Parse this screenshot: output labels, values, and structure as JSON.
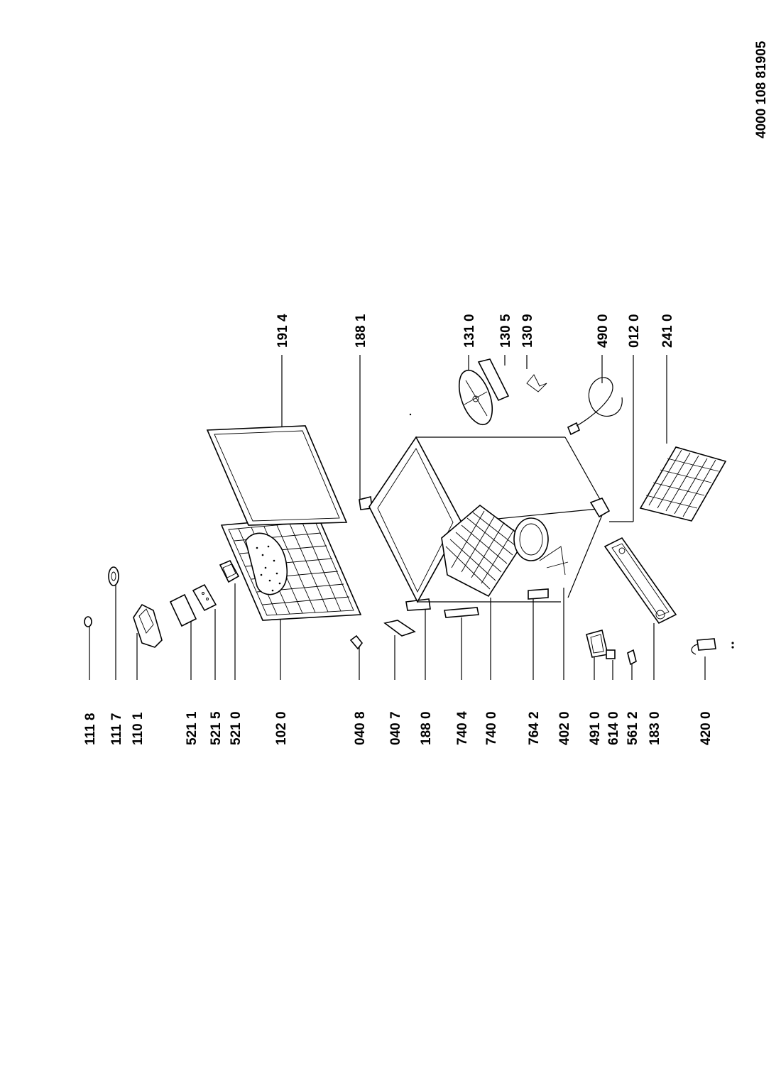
{
  "document_number": "4000 108 81905",
  "labels_left": {
    "l1118": "111 8",
    "l1117": "111 7",
    "l1101": "110 1",
    "l5211": "521 1",
    "l5215": "521 5",
    "l5210": "521 0",
    "l1020": "102 0",
    "l0408": "040 8",
    "l0407": "040 7",
    "l1880": "188 0",
    "l7404": "740 4",
    "l7400": "740 0",
    "l7642": "764 2",
    "l4020": "402 0",
    "l4910": "491 0",
    "l6140": "614 0",
    "l5612": "561 2",
    "l1830": "183 0",
    "l4200": "420 0"
  },
  "labels_right": {
    "l1914": "191 4",
    "l1881": "188 1",
    "l1310": "131 0",
    "l1305": "130 5",
    "l1309": "130 9",
    "l4900": "490 0",
    "l0120": "012 0",
    "l2410": "241 0"
  }
}
